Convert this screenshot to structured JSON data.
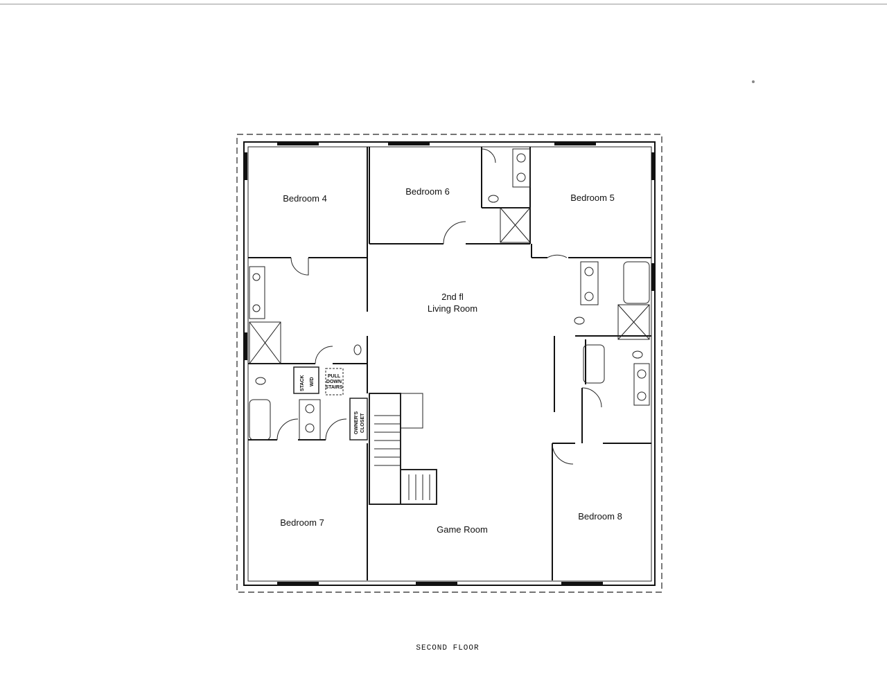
{
  "plan": {
    "caption": "SECOND FLOOR",
    "rooms": {
      "bedroom4": "Bedroom 4",
      "bedroom6": "Bedroom 6",
      "bedroom5": "Bedroom 5",
      "living1": "2nd fl",
      "living2": "Living Room",
      "bedroom7": "Bedroom 7",
      "game": "Game Room",
      "bedroom8": "Bedroom 8"
    },
    "small_labels": {
      "stack": "STACK",
      "wd": "W/D",
      "pull": "PULL",
      "down": "DOWN",
      "stairs": "STAIRS",
      "owners": "OWNER'S",
      "closet": "CLOSET"
    }
  }
}
